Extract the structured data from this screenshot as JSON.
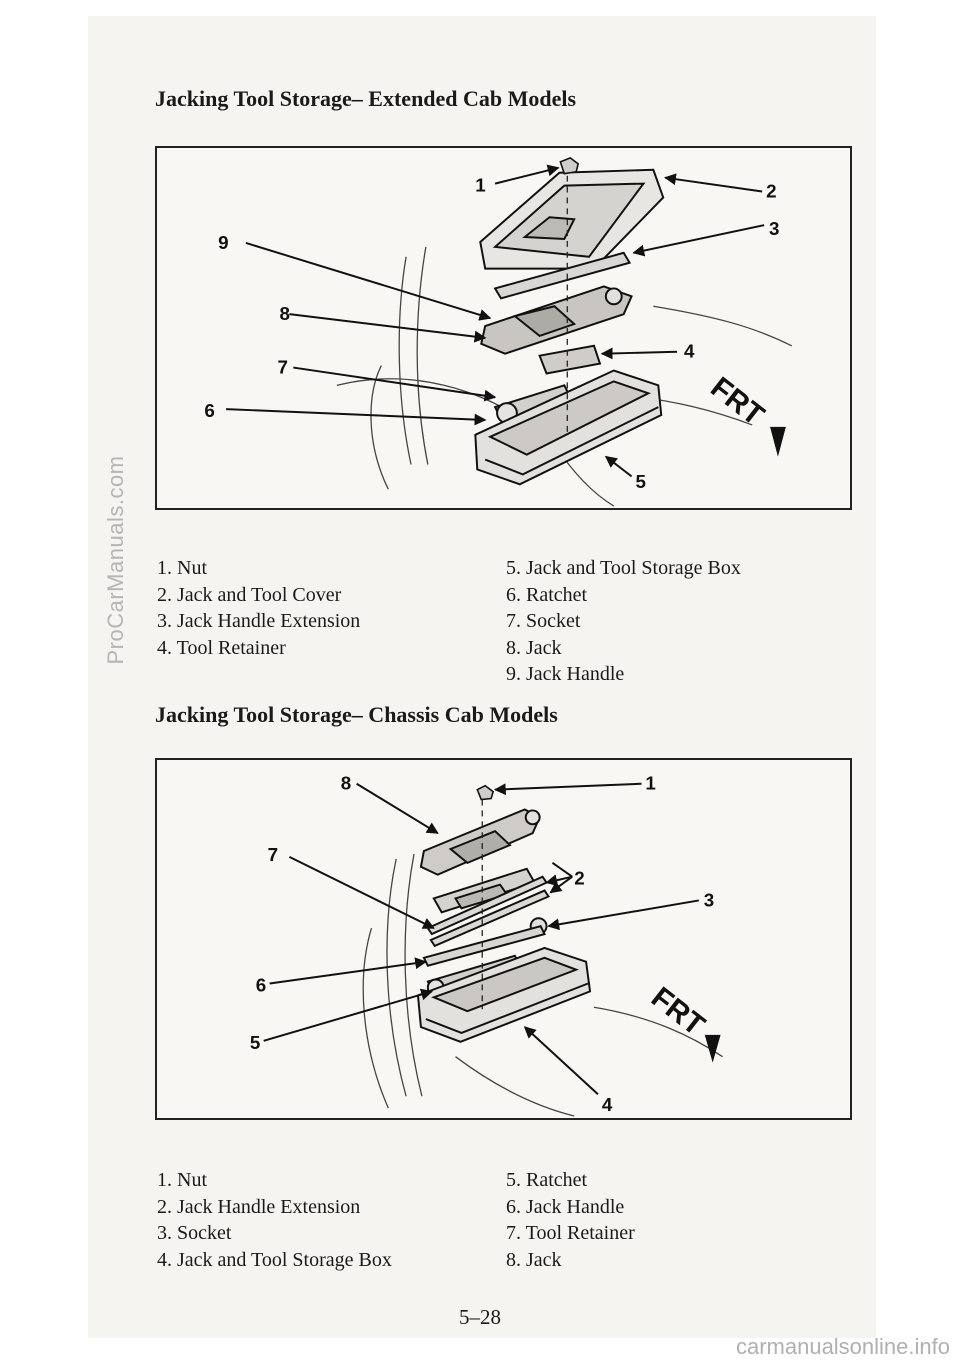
{
  "watermarks": {
    "side": "ProCarManuals.com",
    "bottom": "carmanualsonline.info"
  },
  "section1": {
    "title": "Jacking Tool Storage– Extended Cab Models",
    "callouts": [
      "1",
      "2",
      "3",
      "4",
      "5",
      "6",
      "7",
      "8",
      "9"
    ],
    "frt_label": "FRT",
    "legend_left": [
      "1. Nut",
      "2. Jack and Tool Cover",
      "3. Jack Handle Extension",
      "4. Tool Retainer"
    ],
    "legend_right": [
      "5. Jack and Tool Storage Box",
      "6. Ratchet",
      "7. Socket",
      "8. Jack",
      "9. Jack Handle"
    ]
  },
  "section2": {
    "title": "Jacking Tool Storage– Chassis Cab Models",
    "callouts": [
      "1",
      "2",
      "3",
      "4",
      "5",
      "6",
      "7",
      "8"
    ],
    "frt_label": "FRT",
    "legend_left": [
      "1. Nut",
      "2. Jack Handle Extension",
      "3. Socket",
      "4. Jack and Tool Storage Box"
    ],
    "legend_right": [
      "5. Ratchet",
      "6. Jack Handle",
      "7. Tool Retainer",
      "8. Jack"
    ]
  },
  "page_number": "5–28"
}
